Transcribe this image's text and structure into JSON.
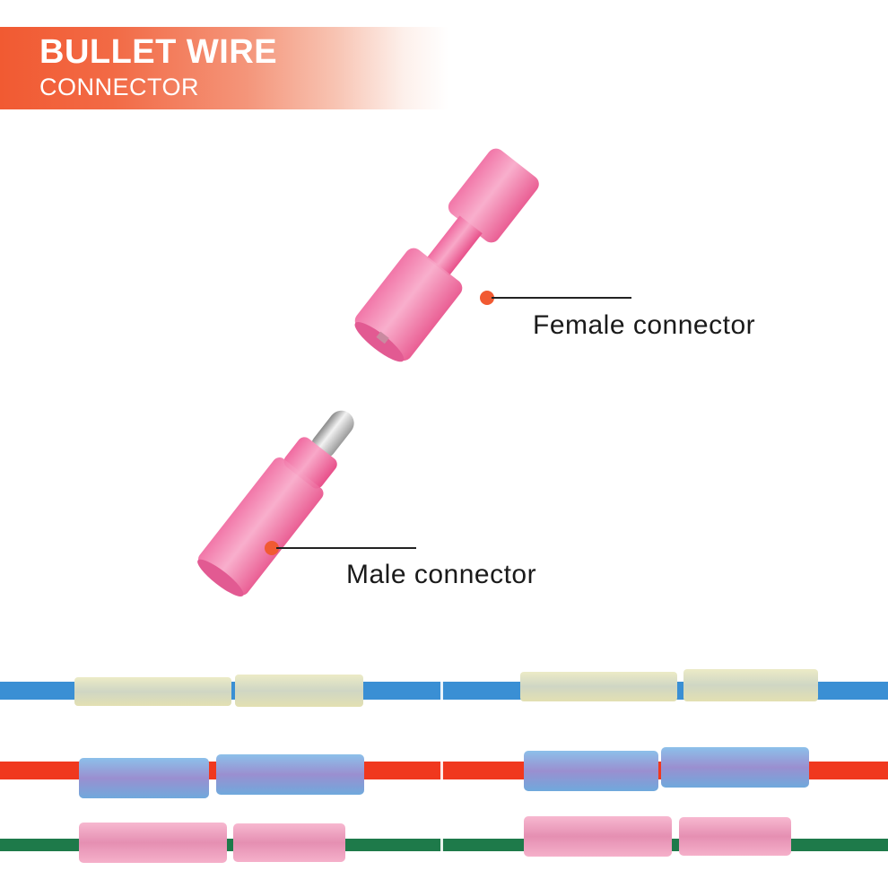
{
  "banner": {
    "title": "BULLET WIRE",
    "subtitle": "CONNECTOR",
    "accent_color": "#f15a32"
  },
  "callouts": [
    {
      "label": "Female connector",
      "dot_color": "#f15a32"
    },
    {
      "label": "Male connector",
      "dot_color": "#f15a32"
    }
  ],
  "photo_strip": {
    "rows": [
      {
        "wire_color": "#3a8fd4",
        "connector_color": "#e9e6b8",
        "name": "yellow-connector-blue-wire"
      },
      {
        "wire_color": "#f0381e",
        "connector_color": "#6fa9dc",
        "name": "blue-connector-red-wire"
      },
      {
        "wire_color": "#1e7a4a",
        "connector_color": "#f2a6c4",
        "name": "pink-connector-green-wire"
      }
    ],
    "panels": 2
  }
}
